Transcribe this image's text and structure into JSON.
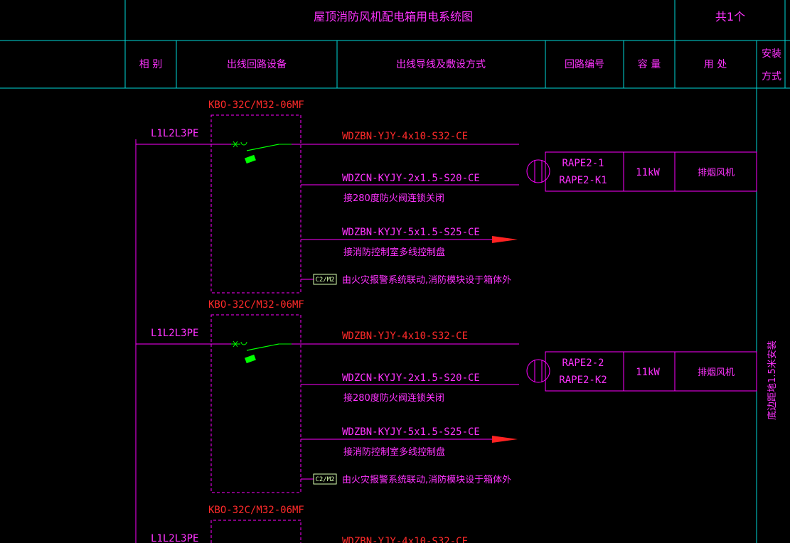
{
  "title": "屋顶消防风机配电箱用电系统图",
  "count_label": "共1个",
  "headers": {
    "phase": "相 别",
    "device": "出线回路设备",
    "cable": "出线导线及敷设方式",
    "circuit_no": "回路编号",
    "capacity": "容 量",
    "usage": "用 处",
    "install_1": "安装",
    "install_2": "方式"
  },
  "install_note": "底边距地1.5米安装",
  "colors": {
    "grid": "#00d7d7",
    "wire": "#ff00ff",
    "breaker": "#ff2a2a",
    "switch": "#00ff00"
  },
  "circuits": [
    {
      "breaker": "KBO-32C/M32-06MF",
      "phase": "L1L2L3PE",
      "power_cable": "WDZBN-YJY-4x10-S32-CE",
      "valve_cable": "WDZCN-KYJY-2x1.5-S20-CE",
      "valve_note": "接280度防火阀连锁关闭",
      "control_cable": "WDZBN-KYJY-5x1.5-S25-CE",
      "control_note": "接消防控制室多线控制盘",
      "module_tag": "C2/M2",
      "module_note": "由火灾报警系统联动,消防模块设于箱体外",
      "circuit_no_1": "RAPE2-1",
      "circuit_no_2": "RAPE2-K1",
      "capacity": "11kW",
      "usage": "排烟风机"
    },
    {
      "breaker": "KBO-32C/M32-06MF",
      "phase": "L1L2L3PE",
      "power_cable": "WDZBN-YJY-4x10-S32-CE",
      "valve_cable": "WDZCN-KYJY-2x1.5-S20-CE",
      "valve_note": "接280度防火阀连锁关闭",
      "control_cable": "WDZBN-KYJY-5x1.5-S25-CE",
      "control_note": "接消防控制室多线控制盘",
      "module_tag": "C2/M2",
      "module_note": "由火灾报警系统联动,消防模块设于箱体外",
      "circuit_no_1": "RAPE2-2",
      "circuit_no_2": "RAPE2-K2",
      "capacity": "11kW",
      "usage": "排烟风机"
    },
    {
      "breaker": "KBO-32C/M32-06MF",
      "phase": "L1L2L3PE",
      "power_cable": "WDZBN-YJY-4x10-S32-CE"
    }
  ]
}
